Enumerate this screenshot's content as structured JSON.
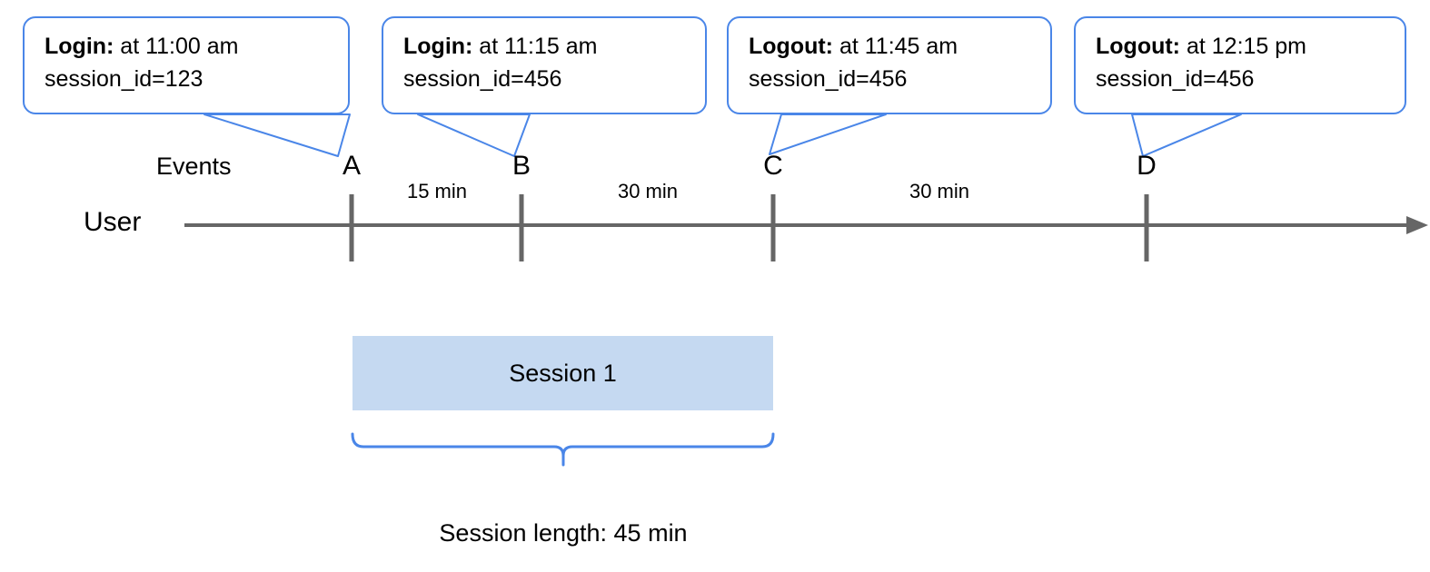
{
  "diagram": {
    "row_labels": {
      "events": "Events",
      "user": "User"
    },
    "axis_color": "#666666",
    "callout_border_color": "#4a86e8",
    "session_fill_color": "#c5d9f1",
    "brace_color": "#4a86e8"
  },
  "callouts": [
    {
      "kind": "Login:",
      "detail": " at 11:00 am",
      "session": "session_id=123"
    },
    {
      "kind": "Login:",
      "detail": " at 11:15 am",
      "session": "session_id=456"
    },
    {
      "kind": "Logout:",
      "detail": " at 11:45 am",
      "session": "session_id=456"
    },
    {
      "kind": "Logout:",
      "detail": " at 12:15 pm",
      "session": "session_id=456"
    }
  ],
  "events": [
    {
      "letter": "A"
    },
    {
      "letter": "B"
    },
    {
      "letter": "C"
    },
    {
      "letter": "D"
    }
  ],
  "durations": [
    {
      "label": "15 min"
    },
    {
      "label": "30 min"
    },
    {
      "label": "30 min"
    }
  ],
  "session": {
    "bar_label": "Session 1",
    "length_caption": "Session length: 45 min"
  }
}
